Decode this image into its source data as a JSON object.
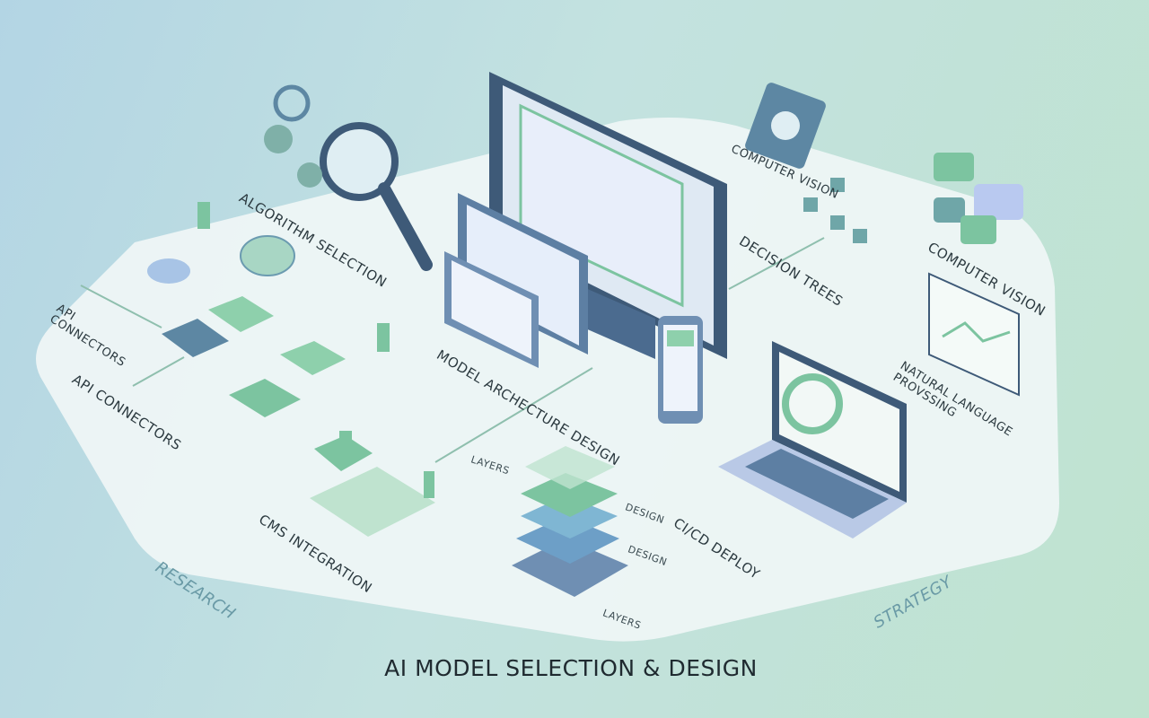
{
  "title": "AI MODEL SELECTION & DESIGN",
  "labels": {
    "algorithm_selection": "ALGORITHM SELECTION",
    "api_connectors_top": "API CONNECTORS",
    "api_connectors_bottom": "API CONNECTORS",
    "model_architecture_design": "MODEL ARCHECTURE DESIGN",
    "decision_trees": "DECISION TREES",
    "computer_vision_top": "COMPUTER VISION",
    "computer_vision_right": "COMPUTER VISION",
    "natural_language_processing": "NATURAL LANGUAGE PROVSSING",
    "cicd_deploy": "CI/CD DEPLOY",
    "cms_integration": "CMS INTEGRATION",
    "layers_top": "LAYERS",
    "design_1": "DESIGN",
    "design_2": "DESIGN",
    "layers_bottom": "LAYERS"
  },
  "regions": {
    "research": "RESEARCH",
    "strategy": "STRATEGY"
  },
  "colors": {
    "accent_green": "#7cc4a0",
    "accent_blue": "#5d87a3",
    "dark_slate": "#3e5a78",
    "platform": "#eef6f6"
  }
}
